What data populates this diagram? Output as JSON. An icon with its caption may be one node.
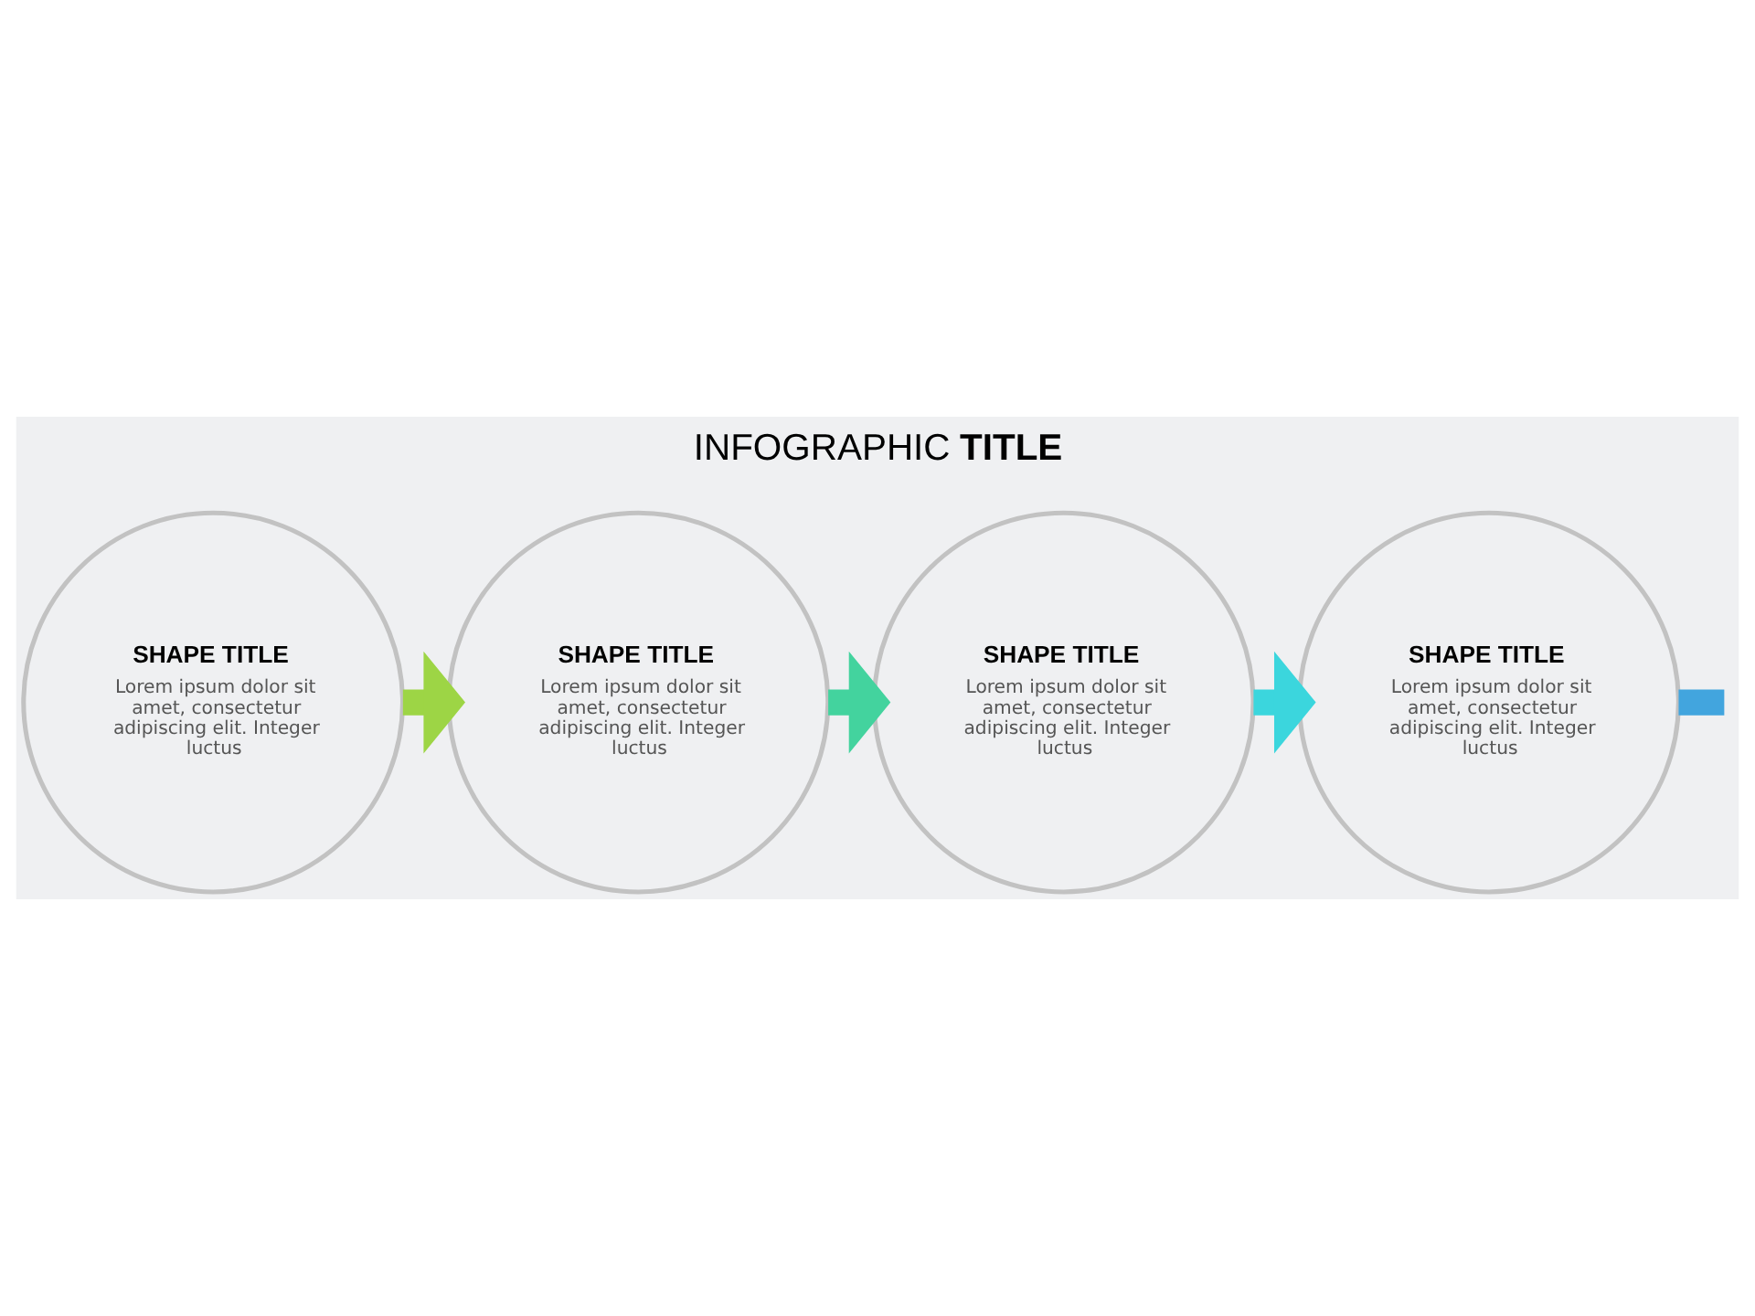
{
  "diagram": {
    "title": "INFOGRAPHIC **TITLE**",
    "nodes": [
      {
        "text": [
          "SHAPE TITLE",
          "Lorem ipsum dolor sit amet, consectetur adipiscing elit. Integer luctus"
        ]
      },
      {
        "text": [
          "SHAPE TITLE",
          "Lorem ipsum dolor sit amet, consectetur adipiscing elit. Integer luctus"
        ]
      },
      {
        "text": [
          "SHAPE TITLE",
          "Lorem ipsum dolor sit amet, consectetur adipiscing elit. Integer luctus"
        ]
      },
      {
        "text": [
          "SHAPE TITLE",
          "Lorem ipsum dolor sit amet, consectetur adipiscing elit. Integer luctus"
        ]
      }
    ],
    "edges": [
      {
        "from": 0,
        "to": 1,
        "arrow": "to",
        "color": "#9dd545"
      },
      {
        "from": 1,
        "to": 2,
        "arrow": "to",
        "color": "#43d39e"
      },
      {
        "from": 2,
        "to": 3,
        "arrow": "to",
        "color": "#3bd6dd"
      },
      {
        "from": 3,
        "to": null,
        "arrow": "none",
        "color": "#42a5de"
      }
    ]
  }
}
